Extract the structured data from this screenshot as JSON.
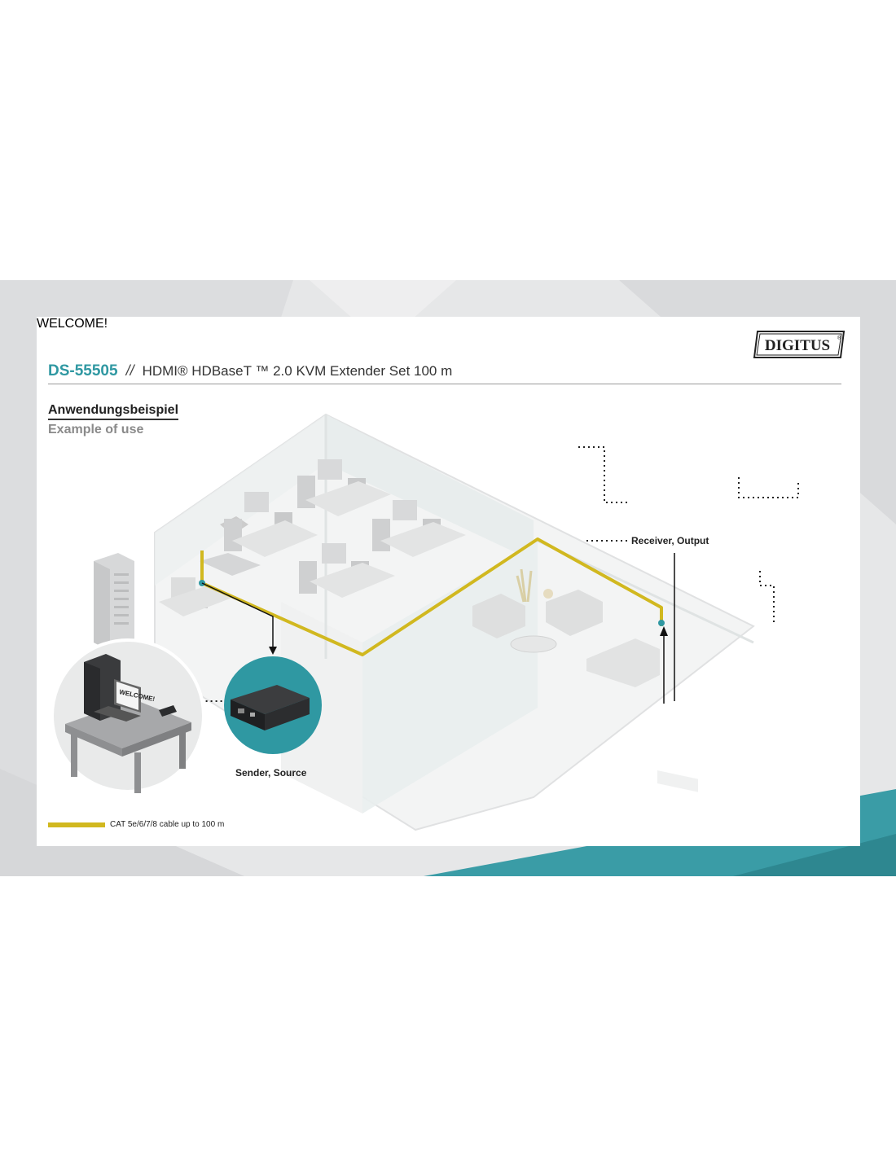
{
  "brand": {
    "logo_text": "DIGITUS",
    "registered": "®"
  },
  "header": {
    "product_code": "DS-55505",
    "separator": "//",
    "product_title": "HDMI® HDBaseT ™ 2.0 KVM Extender Set 100 m"
  },
  "section": {
    "title_de": "Anwendungsbeispiel",
    "title_en": "Example of use"
  },
  "labels": {
    "receiver": "Receiver, Output",
    "sender": "Sender, Source",
    "screen_welcome": "WELCOME!",
    "laptop_welcome": "WELCOME!"
  },
  "legend": {
    "cable_text": "CAT 5e/6/7/8 cable up to 100 m",
    "cable_color": "#d1b81f"
  },
  "colors": {
    "accent": "#2f98a2",
    "band_teal": "#3a9ca6",
    "cable": "#d1b81f"
  }
}
